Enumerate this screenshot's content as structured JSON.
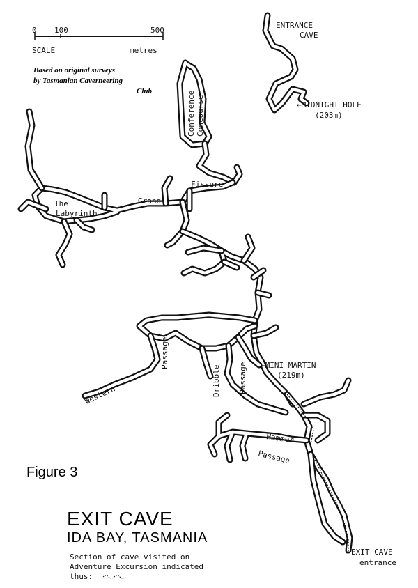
{
  "map": {
    "scale": {
      "ticks": [
        "0",
        "100",
        "500"
      ],
      "label_left": "SCALE",
      "label_right": "metres"
    },
    "credit": [
      "Based on original surveys",
      "by Tasmanian Caverneering",
      "Club"
    ],
    "features": {
      "entrance_cave": [
        "ENTRANCE",
        "CAVE"
      ],
      "midnight_hole": [
        "←MIDNIGHT HOLE",
        "(203m)"
      ],
      "conference_concourse": [
        "Conference",
        "Concourse"
      ],
      "labyrinth": [
        "The",
        "Labyrinth"
      ],
      "grand": "Grand",
      "fissure": "Fissure",
      "passage_west": "Passage",
      "western": "Western",
      "dribble_passage": [
        "Dribble",
        "Passage"
      ],
      "mini_martin": [
        "←MINI MARTIN",
        "(219m)"
      ],
      "hammer": "Hammer",
      "passage_hammer": "Passage",
      "exit_cave_entrance": [
        "EXIT CAVE",
        "entrance"
      ]
    },
    "figure_label": "Figure 3",
    "title": "EXIT CAVE",
    "subtitle": "IDA BAY, TASMANIA",
    "note": [
      "Section of cave visited on",
      "Adventure Excursion indicated",
      "thus:"
    ],
    "colors": {
      "ink": "#111111",
      "paper": "#ffffff"
    }
  }
}
